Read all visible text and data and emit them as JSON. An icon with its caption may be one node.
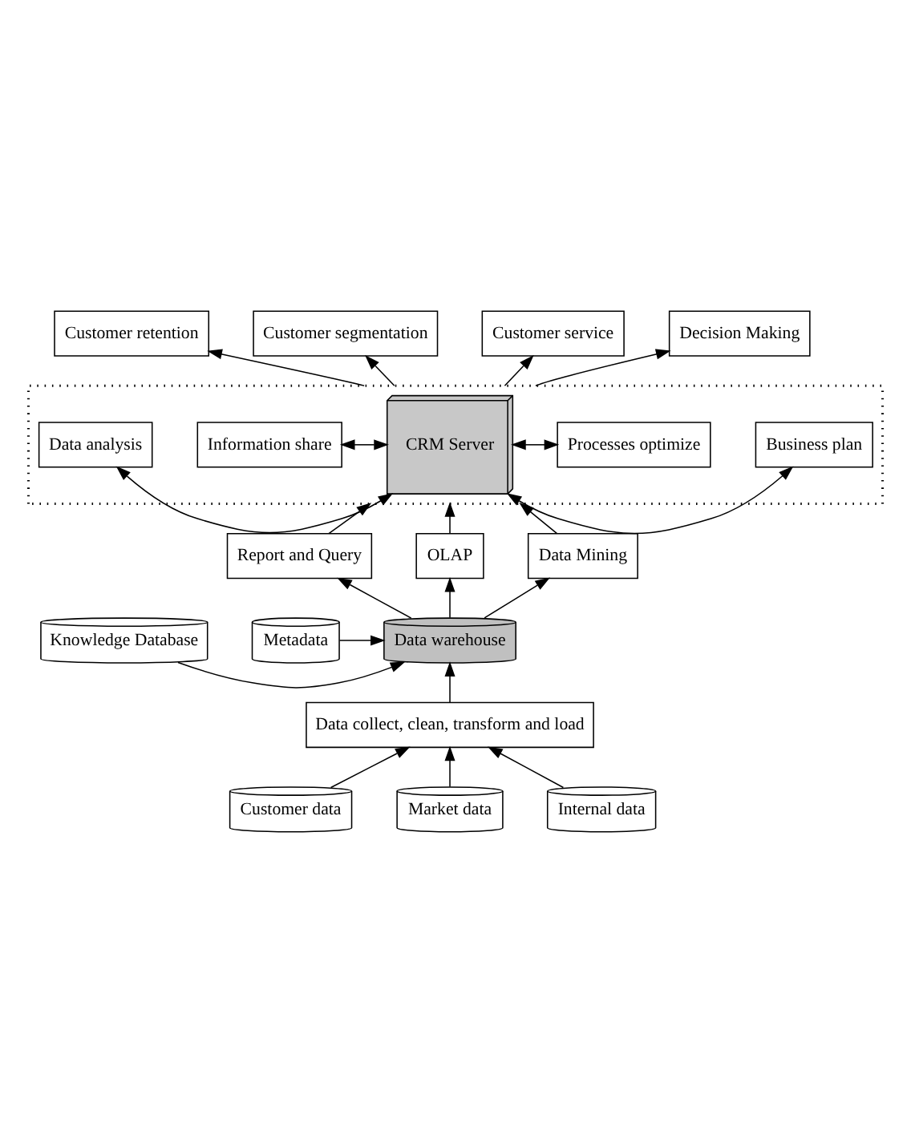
{
  "diagram": {
    "nodes": [
      {
        "text": [
          "Customer retention"
        ]
      },
      {
        "text": [
          "Customer segmentation"
        ]
      },
      {
        "text": [
          "Customer service"
        ]
      },
      {
        "text": [
          "Decision Making"
        ]
      },
      {
        "text": [],
        "shape": "box"
      },
      {
        "text": [
          "Data analysis"
        ],
        "in": 4
      },
      {
        "text": [
          "CRM Server"
        ],
        "in": 4
      },
      {
        "text": [
          "Business plan"
        ],
        "in": 4
      },
      {
        "text": [
          "Information share"
        ],
        "in": 4
      },
      {
        "text": [
          "Processes optimize"
        ],
        "in": 4
      },
      {
        "text": [
          "Report and Query"
        ]
      },
      {
        "text": [
          "OLAP"
        ]
      },
      {
        "text": [
          "Data Mining"
        ]
      },
      {
        "text": [
          "Knowledge Database"
        ]
      },
      {
        "text": [
          "Data warehouse"
        ]
      },
      {
        "text": [
          "Metadata"
        ]
      },
      {
        "text": [
          "Data collect, clean, transform and load"
        ]
      },
      {
        "text": [
          "Customer data"
        ]
      },
      {
        "text": [
          "Market data"
        ]
      },
      {
        "text": [
          "Internal data"
        ]
      }
    ],
    "edges": [
      {
        "from": 4,
        "to": 0,
        "arrow": "to"
      },
      {
        "from": 4,
        "to": 1,
        "arrow": "to"
      },
      {
        "from": 4,
        "to": 2,
        "arrow": "to"
      },
      {
        "from": 4,
        "to": 3,
        "arrow": "to"
      },
      {
        "from": 5,
        "to": 6,
        "arrow": "both"
      },
      {
        "from": 7,
        "to": 6,
        "arrow": "both"
      },
      {
        "from": 8,
        "to": 6,
        "arrow": "both"
      },
      {
        "from": 9,
        "to": 6,
        "arrow": "both"
      },
      {
        "from": 10,
        "to": 4,
        "arrow": "to"
      },
      {
        "from": 11,
        "to": 4,
        "arrow": "to"
      },
      {
        "from": 12,
        "to": 4,
        "arrow": "to"
      },
      {
        "from": 14,
        "to": 10,
        "arrow": "to"
      },
      {
        "from": 14,
        "to": 11,
        "arrow": "to"
      },
      {
        "from": 14,
        "to": 12,
        "arrow": "to"
      },
      {
        "from": 13,
        "to": 14,
        "arrow": "to"
      },
      {
        "from": 15,
        "to": 14,
        "arrow": "to"
      },
      {
        "from": 16,
        "to": 14,
        "arrow": "to"
      },
      {
        "from": 17,
        "to": 16,
        "arrow": "to"
      },
      {
        "from": 18,
        "to": 16,
        "arrow": "to"
      },
      {
        "from": 19,
        "to": 16,
        "arrow": "to"
      }
    ]
  }
}
